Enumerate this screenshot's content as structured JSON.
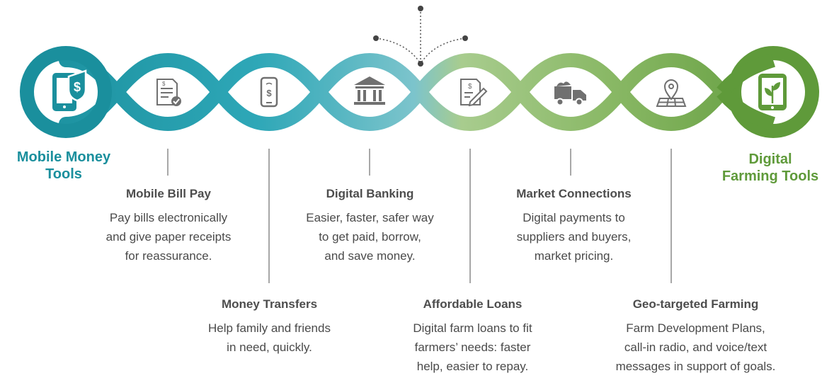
{
  "colors": {
    "teal_dark": "#1a8f9d",
    "teal_mid": "#2ea7b7",
    "teal_light": "#7cc4cc",
    "green_light": "#a8cc8e",
    "green_mid": "#89b865",
    "green_dark": "#5f9a3a",
    "icon_gray": "#707070"
  },
  "labels": {
    "left": [
      "Mobile Money",
      "Tools"
    ],
    "right": [
      "Digital",
      "Farming Tools"
    ]
  },
  "icons": [
    "mobile-money-phone-icon",
    "bill-receipt-icon",
    "phone-transfer-icon",
    "bank-building-icon",
    "loan-document-icon",
    "delivery-truck-icon",
    "map-pin-icon",
    "farming-tablet-icon"
  ],
  "items_top": [
    {
      "title": "Mobile Bill Pay",
      "lines": [
        "Pay bills electronically",
        "and give paper receipts",
        "for reassurance."
      ]
    },
    {
      "title": "Digital Banking",
      "lines": [
        "Easier, faster, safer way",
        "to get paid, borrow,",
        "and save money."
      ]
    },
    {
      "title": "Market Connections",
      "lines": [
        "Digital payments to",
        "suppliers and buyers,",
        "market pricing."
      ]
    }
  ],
  "items_bottom": [
    {
      "title": "Money Transfers",
      "lines": [
        "Help family and friends",
        "in need, quickly."
      ]
    },
    {
      "title": "Affordable Loans",
      "lines": [
        "Digital farm loans to fit",
        "farmers’ needs: faster",
        "help, easier to repay."
      ]
    },
    {
      "title": "Geo-targeted Farming",
      "lines": [
        "Farm Development Plans,",
        "call-in radio, and voice/text",
        "messages in support of goals."
      ]
    }
  ]
}
